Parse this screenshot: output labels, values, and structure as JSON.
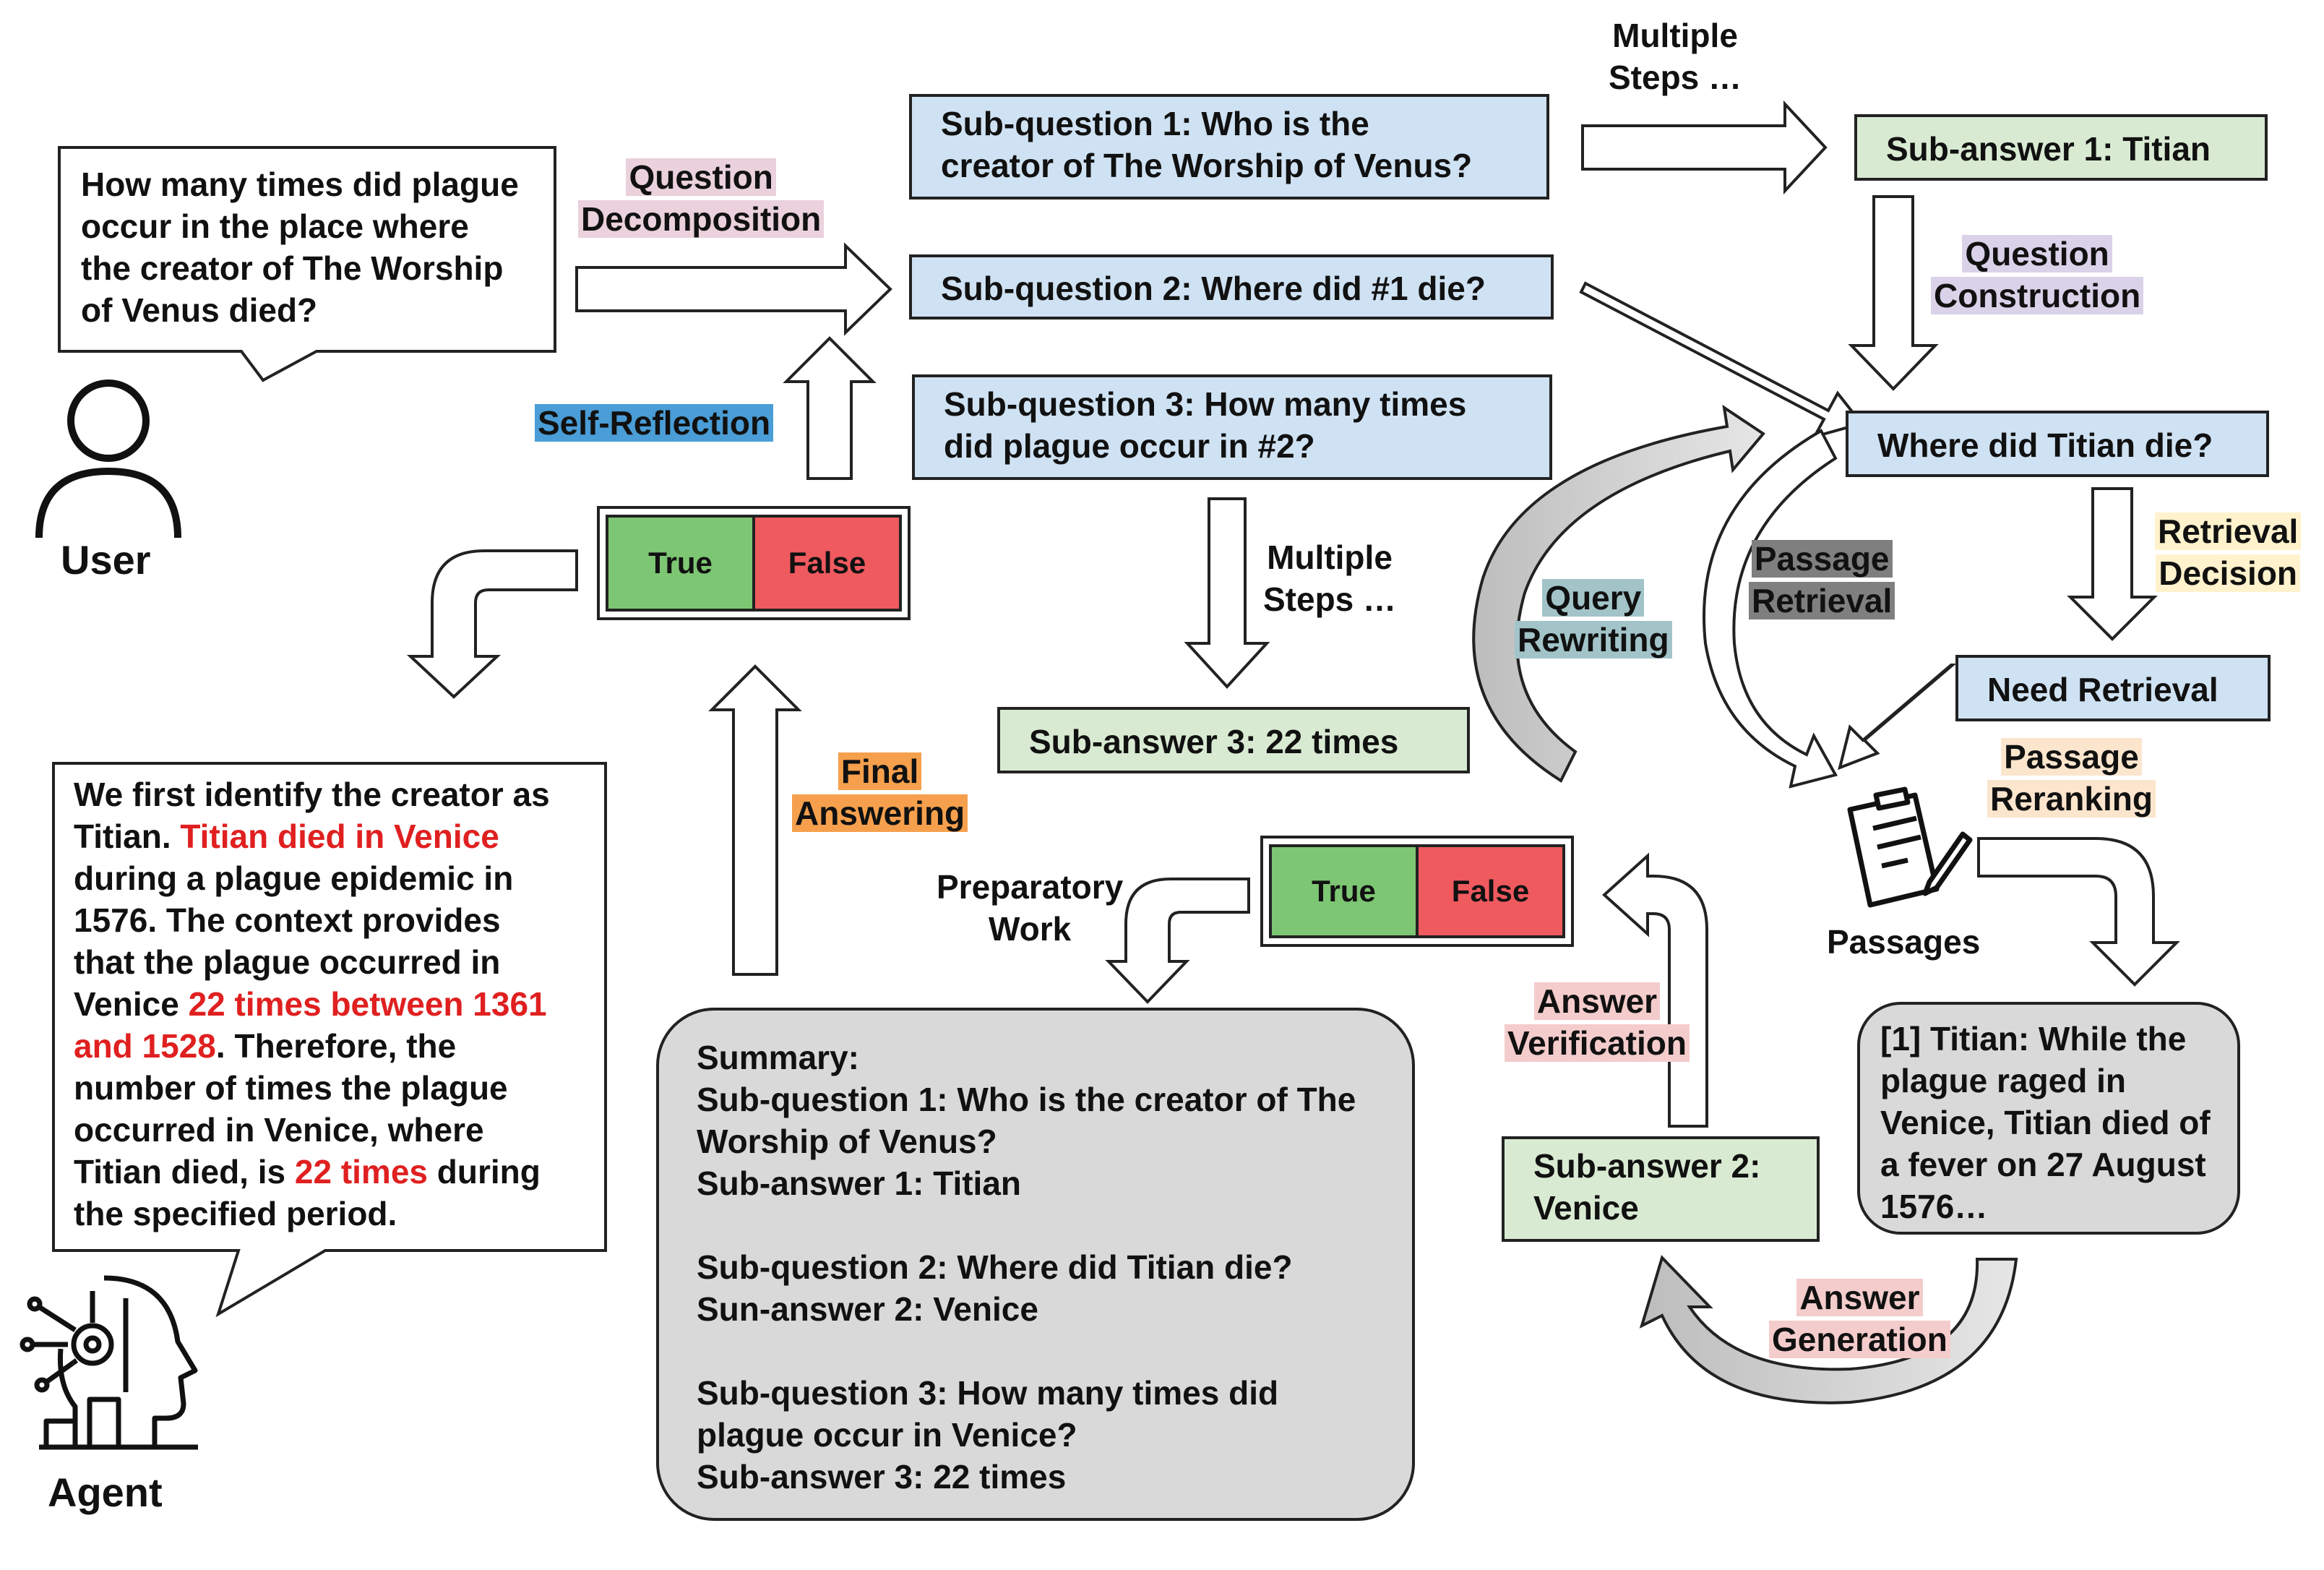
{
  "colors": {
    "sub_question_blue": "#cfe2f3",
    "sub_answer_green": "#d9ead3",
    "summary_gray": "#d9d9d9",
    "true_green": "#7dc673",
    "false_red": "#ef5a5f",
    "highlight_red": "#e02020",
    "hl_question_decomposition": "#ead1dc",
    "hl_self_reflection": "#4a9dd6",
    "hl_question_construction": "#d9d2e9",
    "hl_retrieval_decision": "#fff2cc",
    "hl_passage_retrieval": "#7f7f7f",
    "hl_query_rewriting": "#a2c4c9",
    "hl_passage_reranking": "#fce5cd",
    "hl_final_answering": "#f6a04d",
    "hl_answer_verification": "#f4cccc",
    "hl_answer_generation": "#f4cccc"
  },
  "icons": {
    "user": "user-icon",
    "agent": "robot-head-icon",
    "passages": "document-pencil-icon"
  },
  "user": {
    "question_line1": "How many times did plague",
    "question_line2": "occur in the place where",
    "question_line3": "the creator of The Worship",
    "question_line4": "of Venus died?",
    "label": "User"
  },
  "agent": {
    "label": "Agent",
    "answer": {
      "p1": "We first identify the creator as",
      "p2": "Titian. ",
      "p3": "Titian died in Venice",
      "p4": "during a plague epidemic in",
      "p5": "1576. The context provides",
      "p6": "that the plague occurred in",
      "p7": "Venice ",
      "p8": "22 times between 1361",
      "p9": "and 1528",
      "p10": ". Therefore, the",
      "p11": "number of times the plague",
      "p12": "occurred in Venice, where",
      "p13": "Titian died, is ",
      "p14": "22 times",
      "p15": " during",
      "p16": "the specified period."
    }
  },
  "labels": {
    "question_decomposition_1": "Question",
    "question_decomposition_2": "Decomposition",
    "self_reflection": "Self-Reflection",
    "multiple_steps_top_1": "Multiple",
    "multiple_steps_top_2": "Steps …",
    "multiple_steps_mid_1": "Multiple",
    "multiple_steps_mid_2": "Steps …",
    "question_construction_1": "Question",
    "question_construction_2": "Construction",
    "retrieval_decision_1": "Retrieval",
    "retrieval_decision_2": "Decision",
    "passage_retrieval_1": "Passage",
    "passage_retrieval_2": "Retrieval",
    "query_rewriting_1": "Query",
    "query_rewriting_2": "Rewriting",
    "passage_reranking_1": "Passage",
    "passage_reranking_2": "Reranking",
    "final_answering_1": "Final",
    "final_answering_2": "Answering",
    "preparatory_work_1": "Preparatory",
    "preparatory_work_2": "Work",
    "answer_verification_1": "Answer",
    "answer_verification_2": "Verification",
    "answer_generation_1": "Answer",
    "answer_generation_2": "Generation",
    "passages": "Passages"
  },
  "sub_questions": {
    "q1_line1": "Sub-question 1: Who is the",
    "q1_line2": "creator of The Worship of Venus?",
    "q2": "Sub-question 2: Where did #1 die?",
    "q3_line1": "Sub-question 3: How many times",
    "q3_line2": "did plague occur in #2?"
  },
  "sub_answers": {
    "a1": "Sub-answer 1: Titian",
    "a2_line1": "Sub-answer 2:",
    "a2_line2": "Venice",
    "a3": "Sub-answer 3: 22 times"
  },
  "retrieval": {
    "rewritten_question": "Where did Titian die?",
    "need_retrieval": "Need Retrieval",
    "passage_line1": "[1] Titian: While the",
    "passage_line2": "plague raged in",
    "passage_line3": "Venice, Titian died of",
    "passage_line4": "a fever on 27 August",
    "passage_line5": "1576…"
  },
  "reflection": {
    "true_label": "True",
    "false_label": "False",
    "true_label_2": "True",
    "false_label_2": "False"
  },
  "summary": {
    "l1": "Summary:",
    "l2": "Sub-question 1: Who is the creator of The",
    "l3": "Worship of Venus?",
    "l4": "Sub-answer 1: Titian",
    "l5": "Sub-question 2: Where did Titian die?",
    "l6": "Sun-answer 2: Venice",
    "l7": "Sub-question 3: How many times did",
    "l8": "plague occur in Venice?",
    "l9": "Sub-answer 3: 22 times"
  }
}
